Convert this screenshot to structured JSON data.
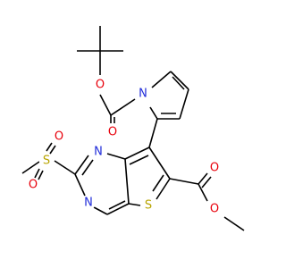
{
  "molecule": {
    "atoms": {
      "o_boc_ether": "O",
      "n_pyrrole": "N",
      "o_boc_carbonyl": "O",
      "s_sulfonyl": "S",
      "o_sulfonyl_top": "O",
      "o_sulfonyl_bottom": "O",
      "n_pyrimidine_top": "N",
      "n_pyrimidine_bottom": "N",
      "s_thiophene": "S",
      "o_ester_carbonyl": "O",
      "o_ester_ether": "O"
    },
    "colors": {
      "carbon_bond": "#000000",
      "oxygen": "#e8000b",
      "nitrogen": "#1f2bd9",
      "sulfur": "#b8a400"
    }
  }
}
